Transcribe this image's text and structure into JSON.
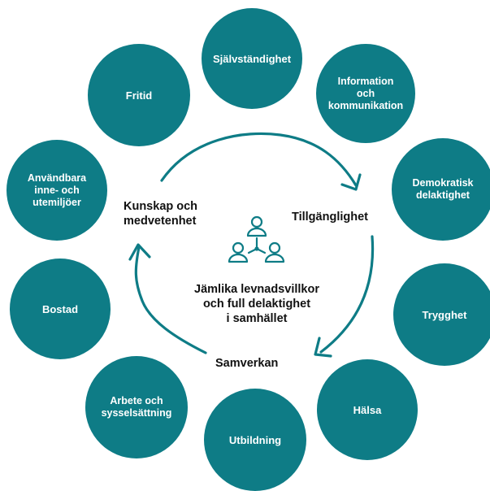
{
  "colors": {
    "teal": "#0e7c86",
    "text": "#111111"
  },
  "center": {
    "icon": "people-network-icon",
    "text": "Jämlika levnadsvillkor\noch full delaktighet\ni samhället"
  },
  "cycle_labels": {
    "kunskap": "Kunskap och\nmedvetenhet",
    "tillganglighet": "Tillgänglighet",
    "samverkan": "Samverkan"
  },
  "circles": [
    {
      "label": "Självständighet"
    },
    {
      "label": "Information\noch\nkommunikation"
    },
    {
      "label": "Demokratisk\ndelaktighet"
    },
    {
      "label": "Trygghet"
    },
    {
      "label": "Hälsa"
    },
    {
      "label": "Utbildning"
    },
    {
      "label": "Arbete och\nsysselsättning"
    },
    {
      "label": "Bostad"
    },
    {
      "label": "Användbara\ninne- och\nutemiljöer"
    },
    {
      "label": "Fritid"
    }
  ]
}
